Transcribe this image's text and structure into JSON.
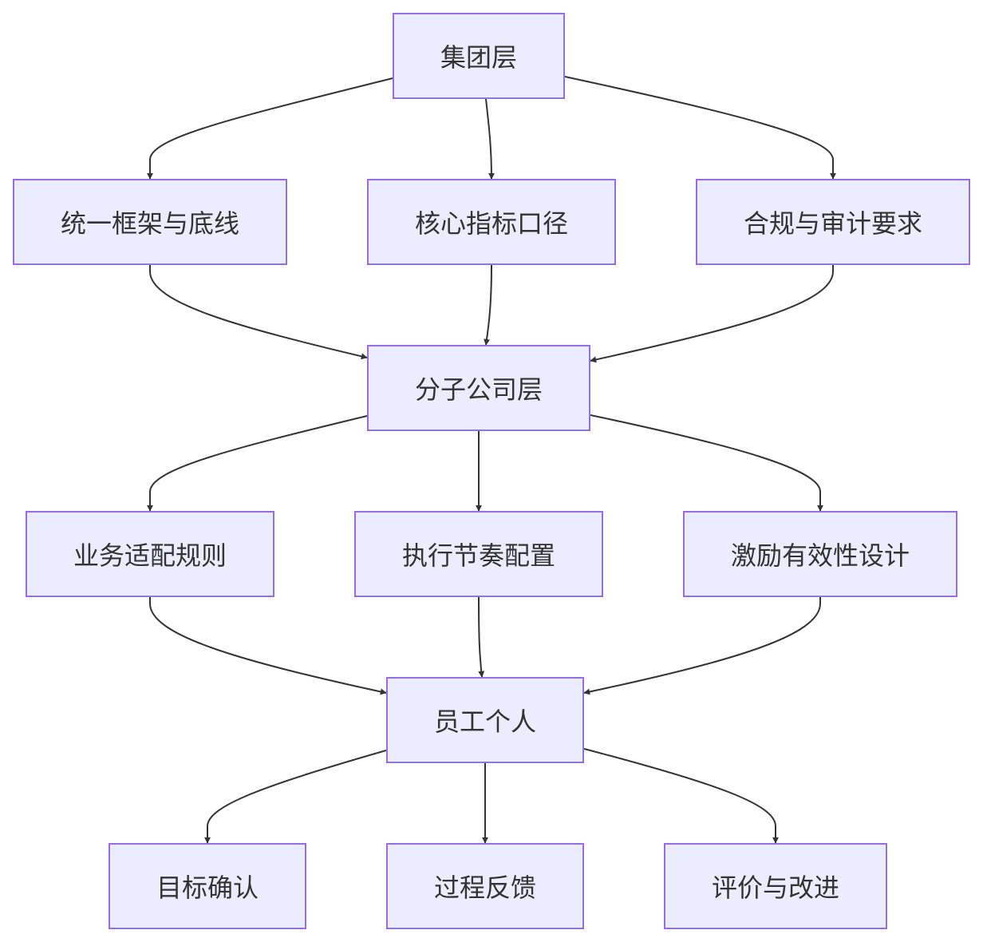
{
  "colors": {
    "node_fill": "#ececff",
    "node_border": "#9370db",
    "edge": "#333333",
    "text": "#333333"
  },
  "nodes": {
    "group": "集团层",
    "unified": "统一框架与底线",
    "core": "核心指标口径",
    "compliance": "合规与审计要求",
    "subsidiary": "分子公司层",
    "business": "业务适配规则",
    "rhythm": "执行节奏配置",
    "incentive": "激励有效性设计",
    "employee": "员工个人",
    "goal": "目标确认",
    "feedback": "过程反馈",
    "review": "评价与改进"
  },
  "edges": [
    [
      "group",
      "unified"
    ],
    [
      "group",
      "core"
    ],
    [
      "group",
      "compliance"
    ],
    [
      "unified",
      "subsidiary"
    ],
    [
      "core",
      "subsidiary"
    ],
    [
      "compliance",
      "subsidiary"
    ],
    [
      "subsidiary",
      "business"
    ],
    [
      "subsidiary",
      "rhythm"
    ],
    [
      "subsidiary",
      "incentive"
    ],
    [
      "business",
      "employee"
    ],
    [
      "rhythm",
      "employee"
    ],
    [
      "incentive",
      "employee"
    ],
    [
      "employee",
      "goal"
    ],
    [
      "employee",
      "feedback"
    ],
    [
      "employee",
      "review"
    ]
  ]
}
